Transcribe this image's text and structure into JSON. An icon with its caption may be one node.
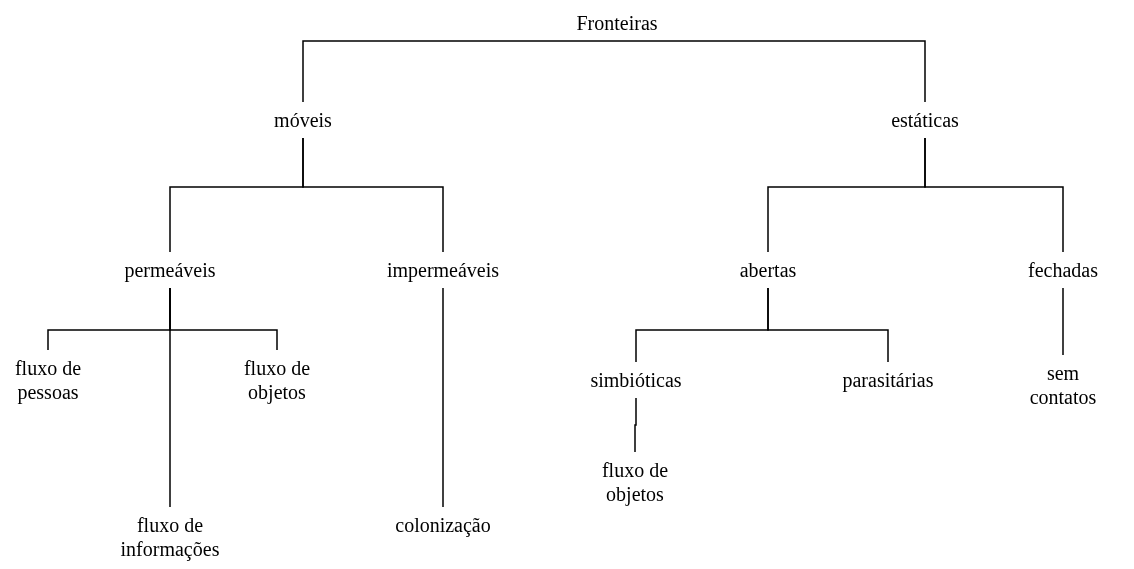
{
  "diagram": {
    "nodes": [
      {
        "text": [
          "Fronteiras"
        ]
      },
      {
        "text": [
          "móveis"
        ]
      },
      {
        "text": [
          "estáticas"
        ]
      },
      {
        "text": [
          "permeáveis"
        ]
      },
      {
        "text": [
          "impermeáveis"
        ]
      },
      {
        "text": [
          "abertas"
        ]
      },
      {
        "text": [
          "fechadas"
        ]
      },
      {
        "text": [
          "fluxo de pessoas"
        ]
      },
      {
        "text": [
          "fluxo de informações"
        ]
      },
      {
        "text": [
          "fluxo de objetos"
        ]
      },
      {
        "text": [
          "colonização"
        ]
      },
      {
        "text": [
          "simbióticas"
        ]
      },
      {
        "text": [
          "fluxo de objetos"
        ]
      },
      {
        "text": [
          "parasitárias"
        ]
      },
      {
        "text": [
          "sem contatos"
        ]
      }
    ],
    "edges": [
      {
        "from": 0,
        "to": 1,
        "arrow": "none"
      },
      {
        "from": 0,
        "to": 2,
        "arrow": "none"
      },
      {
        "from": 1,
        "to": 3,
        "arrow": "none"
      },
      {
        "from": 1,
        "to": 4,
        "arrow": "none"
      },
      {
        "from": 2,
        "to": 5,
        "arrow": "none"
      },
      {
        "from": 2,
        "to": 6,
        "arrow": "none"
      },
      {
        "from": 3,
        "to": 7,
        "arrow": "none"
      },
      {
        "from": 3,
        "to": 8,
        "arrow": "none"
      },
      {
        "from": 3,
        "to": 9,
        "arrow": "none"
      },
      {
        "from": 4,
        "to": 10,
        "arrow": "none"
      },
      {
        "from": 5,
        "to": 11,
        "arrow": "none"
      },
      {
        "from": 5,
        "to": 13,
        "arrow": "none"
      },
      {
        "from": 6,
        "to": 14,
        "arrow": "none"
      },
      {
        "from": 11,
        "to": 12,
        "arrow": "none"
      }
    ]
  }
}
